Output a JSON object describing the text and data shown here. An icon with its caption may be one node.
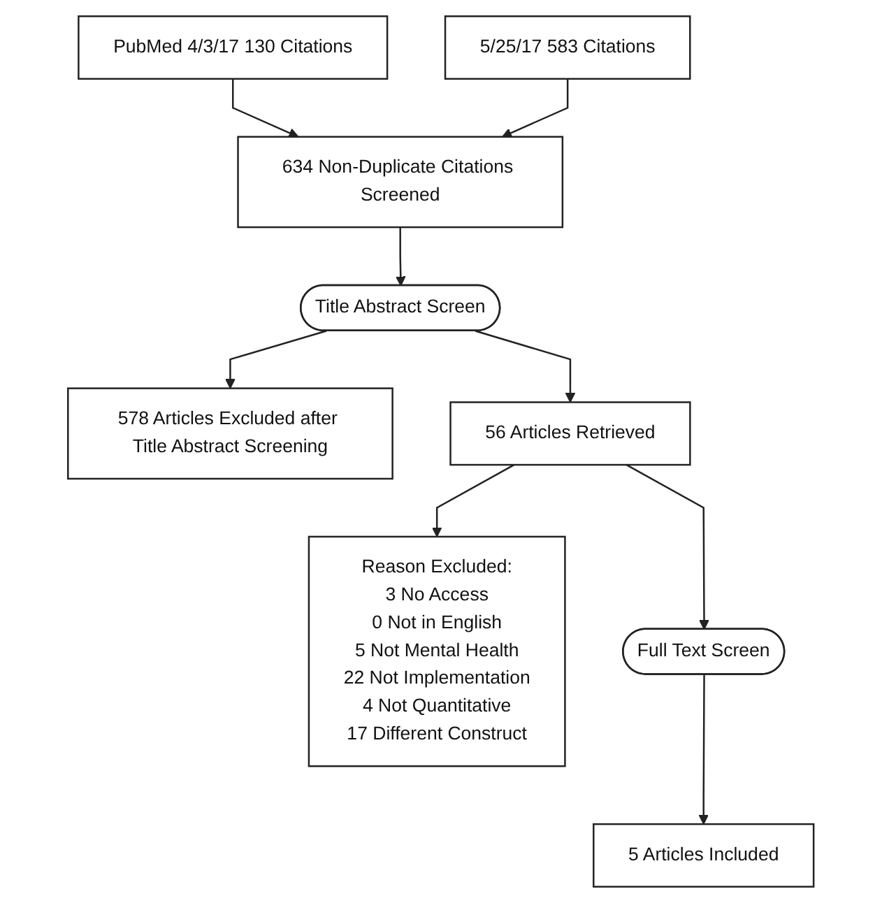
{
  "diagram": {
    "nodes": [
      {
        "text": [
          "PubMed 4/3/17 130 Citations"
        ]
      },
      {
        "text": [
          "5/25/17 583 Citations"
        ]
      },
      {
        "text": [
          "634 Non-Duplicate Citations Screened"
        ]
      },
      {
        "text": [
          "Title Abstract Screen"
        ]
      },
      {
        "text": [
          "578 Articles Excluded after Title Abstract Screening"
        ]
      },
      {
        "text": [
          "56 Articles Retrieved"
        ]
      },
      {
        "text": [
          "Reason Excluded:",
          "3 No Access",
          "0 Not in English",
          "5 Not Mental Health",
          "22 Not Implementation",
          "4 Not Quantitative",
          "17 Different Construct"
        ]
      },
      {
        "text": [
          "Full Text Screen"
        ]
      },
      {
        "text": [
          "5 Articles Included"
        ]
      }
    ],
    "edges": [
      {
        "from": 0,
        "to": 2,
        "arrow": "to"
      },
      {
        "from": 1,
        "to": 2,
        "arrow": "to"
      },
      {
        "from": 2,
        "to": 3,
        "arrow": "to"
      },
      {
        "from": 3,
        "to": 4,
        "arrow": "to"
      },
      {
        "from": 3,
        "to": 5,
        "arrow": "to"
      },
      {
        "from": 5,
        "to": 7,
        "arrow": "to"
      },
      {
        "from": 5,
        "to": 6,
        "arrow": "to"
      },
      {
        "from": 7,
        "to": 8,
        "arrow": "to"
      }
    ]
  }
}
